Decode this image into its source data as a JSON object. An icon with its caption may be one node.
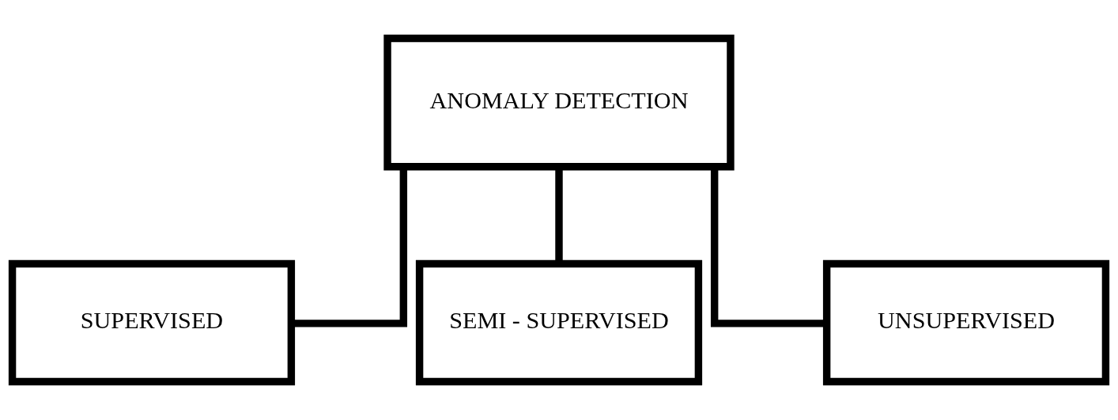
{
  "diagram": {
    "nodes": [
      {
        "text": [
          "ANOMALY DETECTION"
        ]
      },
      {
        "text": [
          "SUPERVISED"
        ]
      },
      {
        "text": [
          "SEMI - SUPERVISED"
        ]
      },
      {
        "text": [
          "UNSUPERVISED"
        ]
      }
    ],
    "edges": [
      {
        "from": 0,
        "to": 1,
        "arrow": "none"
      },
      {
        "from": 0,
        "to": 2,
        "arrow": "none"
      },
      {
        "from": 0,
        "to": 3,
        "arrow": "none"
      }
    ]
  }
}
